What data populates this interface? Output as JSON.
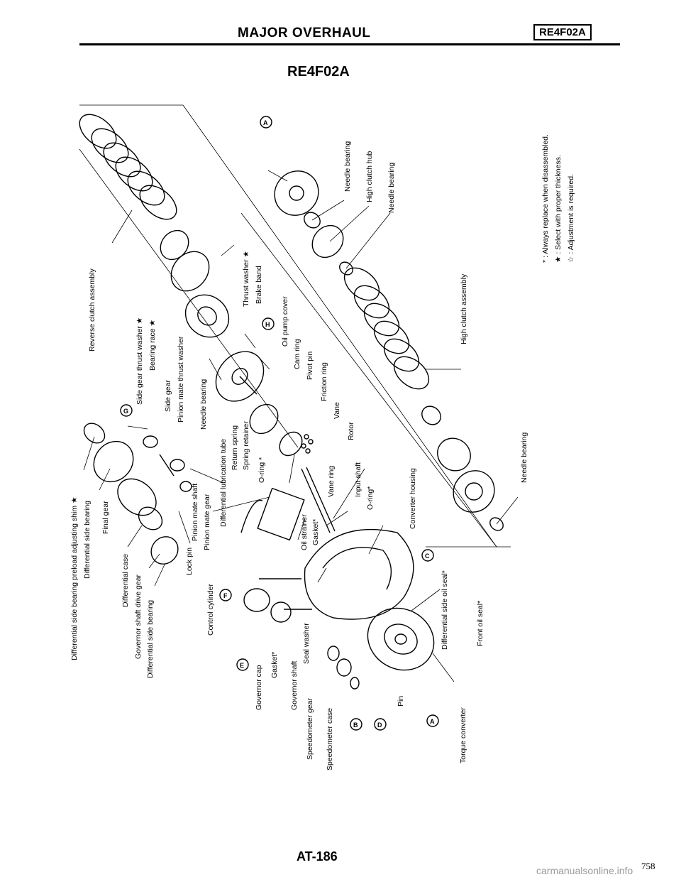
{
  "header": {
    "title": "MAJOR OVERHAUL",
    "badge": "RE4F02A"
  },
  "subtitle": "RE4F02A",
  "legend": [
    "* : Always replace when disassembled.",
    "★ : Select with proper thickness.",
    "☆ : Adjustment is required."
  ],
  "labels": {
    "diff_shim": "Differential side bearing preload adjusting shim ★",
    "diff_bearing": "Differential side bearing",
    "final_gear": "Final gear",
    "diff_case": "Differential case",
    "gov_drive_gear": "Governor shaft drive gear",
    "diff_bearing2": "Differential side bearing",
    "lock_pin": "Lock pin",
    "pinion_shaft": "Pinion mate shaft",
    "pinion_gear": "Pinion mate gear",
    "lube_tube": "Differential lubrication tube",
    "return_spring": "Return spring",
    "spring_retainer": "Spring retainer",
    "o_ring_a": "O-ring *",
    "oil_strainer": "Oil strainer",
    "gasket_a": "Gasket*",
    "control_cylinder": "Control cylinder",
    "governor_cap": "Governor cap",
    "gasket_b": "Gasket*",
    "governor_shaft": "Governor shaft",
    "seal_washer": "Seal washer",
    "speedo_gear": "Speedometer gear",
    "speedo_case": "Speedometer case",
    "torque_converter": "Torque converter",
    "pin": "Pin",
    "diff_oil_seal": "Differential side oil seal*",
    "front_oil_seal": "Front oil seal*",
    "converter_housing": "Converter housing",
    "o_ring_b": "O-ring*",
    "input_shaft": "Input shaft",
    "vane_ring": "Vane ring",
    "rotor": "Rotor",
    "vane": "Vane",
    "friction_ring": "Friction ring",
    "pivot_pin": "Pivot pin",
    "cam_ring": "Cam ring",
    "oil_pump_cover": "Oil pump cover",
    "brake_band": "Brake band",
    "thrust_washer": "Thrust washer ★",
    "side_gear_washer": "Side gear thrust washer ★",
    "bearing_race": "Bearing race ★",
    "side_gear": "Side gear",
    "pinion_washer": "Pinion mate thrust washer",
    "needle_bearing_a": "Needle bearing",
    "reverse_clutch": "Reverse clutch assembly",
    "needle_bearing_b": "Needle bearing",
    "high_clutch_hub": "High clutch hub",
    "needle_bearing_c": "Needle bearing",
    "high_clutch_assy": "High clutch assembly",
    "needle_bearing_d": "Needle bearing"
  },
  "refs": {
    "A": "A",
    "B": "B",
    "C": "C",
    "D": "D",
    "E": "E",
    "F": "F",
    "G": "G",
    "H": "H"
  },
  "footer": {
    "page_code": "AT-186",
    "page_number": "758",
    "watermark": "carmanualsonline.info"
  }
}
